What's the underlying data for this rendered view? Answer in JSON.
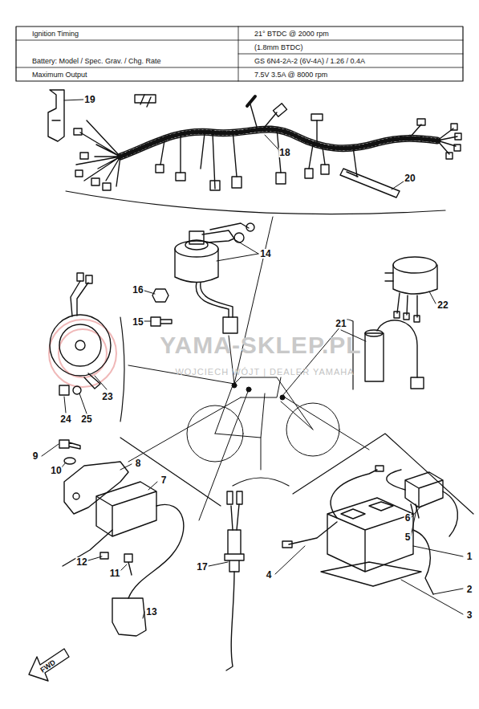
{
  "diagram": {
    "labels": [
      "Ignition Timing",
      "21° BTDC @ 2000 rpm",
      "(1.8mm BTDC)",
      "Battery: Model / Spec. Grav. / Chg. Rate",
      "GS 6N4-2A-2 (6V-4A) / 1.26 / 0.4A",
      "Maximum Output",
      "7.5V 3.5A @ 8000 rpm",
      "19",
      "18",
      "20",
      "14",
      "16",
      "15",
      "22",
      "21",
      "23",
      "24",
      "25",
      "9",
      "10",
      "8",
      "7",
      "12",
      "11",
      "13",
      "17",
      "6",
      "5",
      "1",
      "4",
      "2",
      "3",
      "YAMA-SKLEP.PL",
      "WOJCIECH WÓJT | DEALER YAMAHA",
      "FWD"
    ]
  }
}
